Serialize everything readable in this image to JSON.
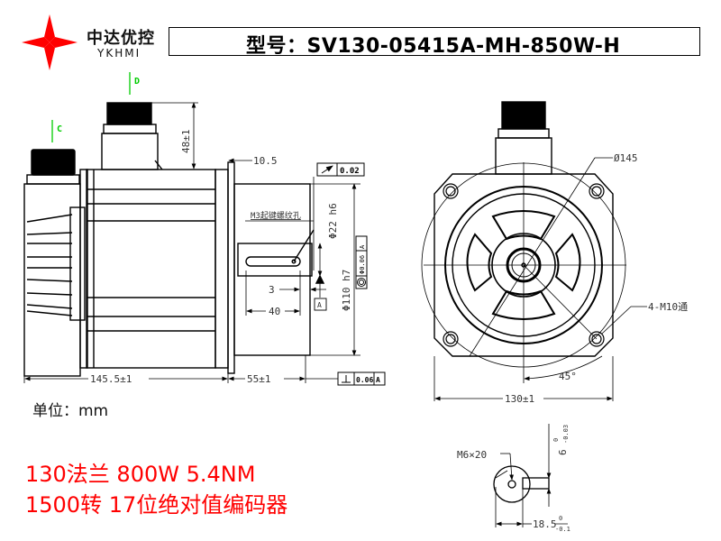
{
  "brand": {
    "name_cn": "中达优控",
    "name_en": "YKHMI",
    "logo_color": "#ff0000"
  },
  "header": {
    "model_title": "型号：SV130-05415A-MH-850W-H"
  },
  "side_view": {
    "connector_labels": [
      "C",
      "D"
    ],
    "label_color": "#00cc00",
    "dimensions": {
      "connector_height": "48±1",
      "flange_thickness": "10.5",
      "body_length": "145.5±1",
      "shaft_length": "55±1",
      "shaft_diameter": "Φ22 h6",
      "spigot_diameter": "Φ110 h7",
      "key_offset": "3",
      "key_length": "40"
    },
    "annotations": {
      "tapped_hole": "M3起键螺纹孔",
      "runout_tolerance": "0.02",
      "concentricity_tolerance": "Φ0.06",
      "concentricity_datum": "A",
      "datum_label": "A",
      "perpendicularity_tolerance": "0.06",
      "perpendicularity_datum": "A"
    }
  },
  "front_view": {
    "dimensions": {
      "pcd": "Ø145",
      "mount_holes": "4-M10通",
      "angle": "45°",
      "flange_width": "130±1"
    }
  },
  "shaft_detail": {
    "thread": "M6×20",
    "key_width": "6",
    "key_width_tol_upper": "0",
    "key_width_tol_lower": "-0.03",
    "key_depth": "18.5",
    "key_depth_tol_upper": "0",
    "key_depth_tol_lower": "-0.1"
  },
  "unit_label": "单位：mm",
  "specs": {
    "line1": "130法兰  800W  5.4NM",
    "line2": "1500转  17位绝对值编码器",
    "color": "#ff0000"
  }
}
